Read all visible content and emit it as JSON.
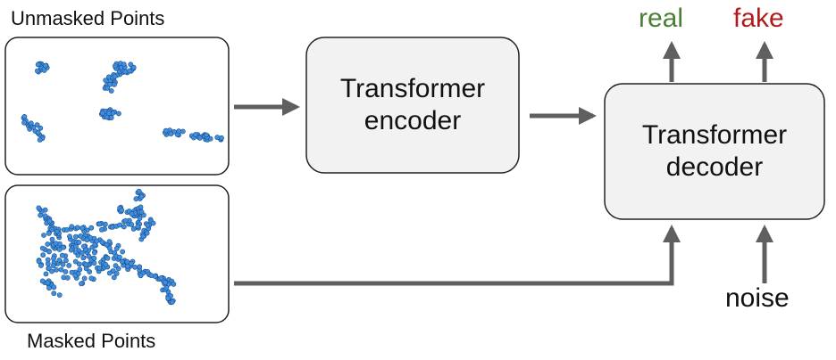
{
  "panels": {
    "unmasked_title": "Unmasked Points",
    "masked_title": "Masked Points"
  },
  "encoder": {
    "line1": "Transformer",
    "line2": "encoder"
  },
  "decoder": {
    "line1": "Transformer",
    "line2": "decoder"
  },
  "outputs": {
    "real": "real",
    "fake": "fake",
    "real_color": "#4a7f35",
    "fake_color": "#b01c1c"
  },
  "noise_label": "noise",
  "colors": {
    "box_fill": "#f2f2f2",
    "box_stroke": "#222222",
    "arrow": "#5f5f5f",
    "point_fill": "#3f8fe0",
    "point_stroke": "#1f4f8a"
  }
}
